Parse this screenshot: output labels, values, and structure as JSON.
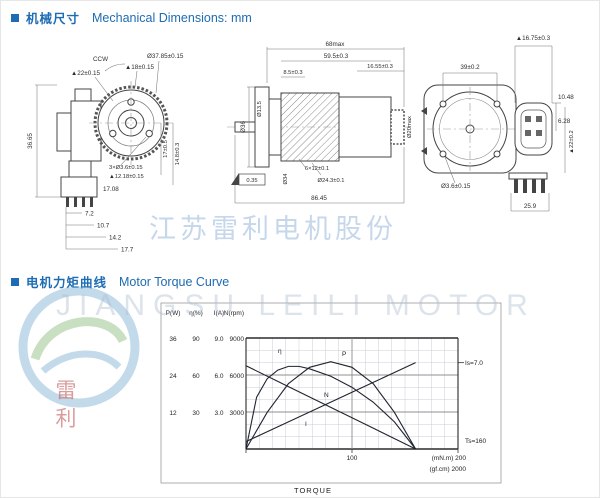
{
  "sections": {
    "mechanical": {
      "zh": "机械尺寸",
      "en": "Mechanical Dimensions: mm"
    },
    "torque": {
      "zh": "电机力矩曲线",
      "en": "Motor Torque Curve"
    }
  },
  "watermark": {
    "cn": "江苏雷利电机股份",
    "en": "JIANGSU LEILI MOTOR",
    "logo_text": "雷利"
  },
  "accent_color": "#1e6cb3",
  "dims": {
    "left": [
      "CCW",
      "▲22±0.15",
      "▲18±0.15",
      "Ø37.85±0.15",
      "36.65",
      "17±0.5",
      "14.8±0.3",
      "3×Ø3.6±0.15",
      "▲12.18±0.15",
      "17.08",
      "7.2",
      "10.7",
      "14.2",
      "17.7"
    ],
    "middle": [
      "68max",
      "59.5±0.3",
      "8.5±0.3",
      "16.55±0.3",
      "Ø36",
      "Ø13.5",
      "Ø34",
      "Ø20max",
      "6×12±0.1",
      "Ø24.3±0.1",
      "0.35",
      "86.45"
    ],
    "right": [
      "▲16.75±0.3",
      "39±0.2",
      "10.48",
      "6.28",
      "▲22±0.2",
      "Ø3.6±0.15",
      "25.9"
    ]
  },
  "chart_data": {
    "type": "line",
    "title": "Motor Torque Curve",
    "xlabel": "TORQUE",
    "xmax": 200,
    "x_ticks": [
      "100",
      "(mN.m) 200"
    ],
    "x_alt_tick": "(gf.cm) 2000",
    "y_headers": [
      "P(W)",
      "η(%)",
      "I(A)",
      "N(rpm)"
    ],
    "y_rows": [
      [
        "36",
        "90",
        "9.0",
        "9000"
      ],
      [
        "24",
        "60",
        "6.0",
        "6000"
      ],
      [
        "12",
        "30",
        "3.0",
        "3000"
      ]
    ],
    "annotations": {
      "is": "Is=7.0",
      "ts": "Ts=160"
    },
    "grid": {
      "x_div": 16,
      "y_div": 9
    },
    "series": [
      {
        "name": "η",
        "ymax": 90,
        "points": [
          [
            0,
            0
          ],
          [
            10,
            42
          ],
          [
            20,
            57
          ],
          [
            30,
            64
          ],
          [
            40,
            67
          ],
          [
            50,
            67
          ],
          [
            60,
            65
          ],
          [
            80,
            59
          ],
          [
            100,
            50
          ],
          [
            120,
            38
          ],
          [
            140,
            22
          ],
          [
            160,
            0
          ]
        ]
      },
      {
        "name": "P",
        "ymax": 36,
        "points": [
          [
            0,
            0
          ],
          [
            20,
            11.9
          ],
          [
            40,
            21.2
          ],
          [
            60,
            26.5
          ],
          [
            80,
            28.3
          ],
          [
            100,
            26.5
          ],
          [
            120,
            21.2
          ],
          [
            140,
            11.9
          ],
          [
            160,
            0
          ]
        ]
      },
      {
        "name": "N",
        "ymax": 9000,
        "points": [
          [
            0,
            6750
          ],
          [
            40,
            5060
          ],
          [
            80,
            3375
          ],
          [
            120,
            1690
          ],
          [
            160,
            0
          ]
        ]
      },
      {
        "name": "I",
        "ymax": 9,
        "points": [
          [
            0,
            0.6
          ],
          [
            40,
            2.2
          ],
          [
            80,
            3.8
          ],
          [
            120,
            5.4
          ],
          [
            160,
            7.0
          ]
        ]
      }
    ]
  }
}
